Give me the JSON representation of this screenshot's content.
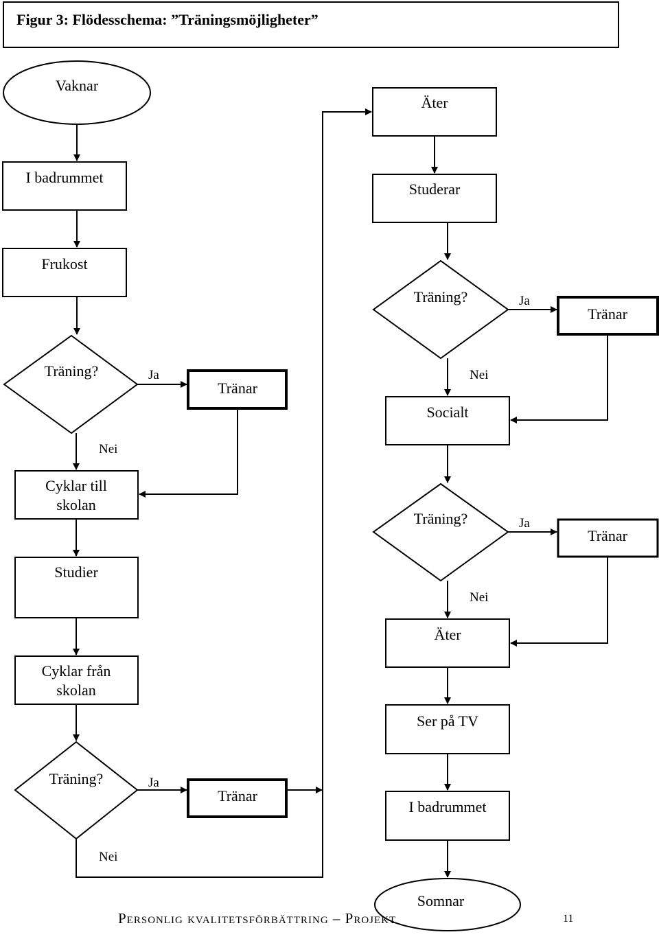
{
  "title": "Figur 3: Flödesschema: ”Träningsmöjligheter”",
  "nodes": {
    "vaknar": "Vaknar",
    "badrum1": "I badrummet",
    "frukost": "Frukost",
    "traning1": "Träning?",
    "tranar1": "Tränar",
    "cyklar_till_1": "Cyklar till",
    "cyklar_till_2": "skolan",
    "studier": "Studier",
    "cyklar_fran_1": "Cyklar från",
    "cyklar_fran_2": "skolan",
    "traning2": "Träning?",
    "tranar2": "Tränar",
    "ater1": "Äter",
    "studerar": "Studerar",
    "traning3": "Träning?",
    "tranar3": "Tränar",
    "socialt": "Socialt",
    "traning4": "Träning?",
    "tranar4": "Tränar",
    "ater2": "Äter",
    "ser_pa_tv": "Ser på TV",
    "badrum2": "I badrummet",
    "somnar": "Somnar"
  },
  "edges": {
    "ja": "Ja",
    "nej": "Nei"
  },
  "footer": {
    "text": "Personlig kvalitetsförbättring – Projekt",
    "page": "11"
  }
}
